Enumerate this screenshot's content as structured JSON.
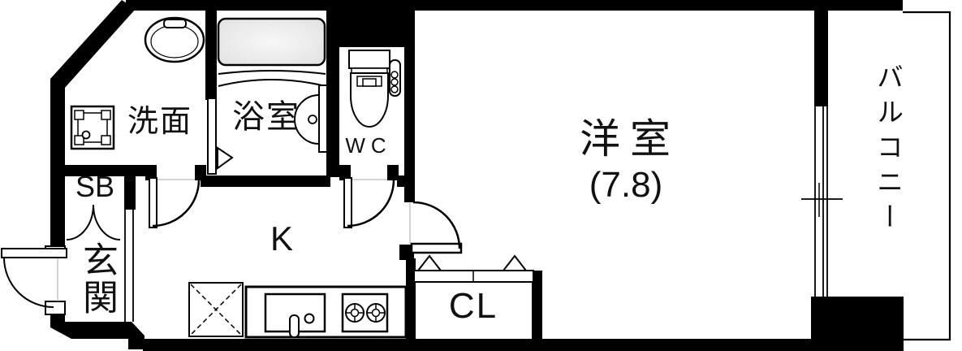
{
  "title": "1K apartment floor plan",
  "labels": {
    "washroom": "洗面",
    "bathroom": "浴室",
    "wc": "WC",
    "shoe_box": "SB",
    "entrance": "玄関",
    "kitchen": "K",
    "closet": "CL",
    "western_room": "洋室",
    "western_room_size": "(7.8)",
    "balcony": "バルコニー"
  },
  "colors": {
    "wall": "#000000",
    "floor": "#ffffff",
    "line": "#000000",
    "tub_fill_center": "#f6f6f6",
    "tub_fill_edge": "#e3e3e3",
    "guide_line": "#aaaaaa"
  },
  "fixtures": [
    "bathtub",
    "bathroom-counter",
    "wash-basin",
    "washing-machine-pan",
    "toilet",
    "kitchen-counter",
    "kitchen-sink",
    "stove-2-burner",
    "refrigerator-space",
    "sliding-window",
    "entrance-door",
    "closet-folding-doors",
    "shoe-box-doors"
  ]
}
